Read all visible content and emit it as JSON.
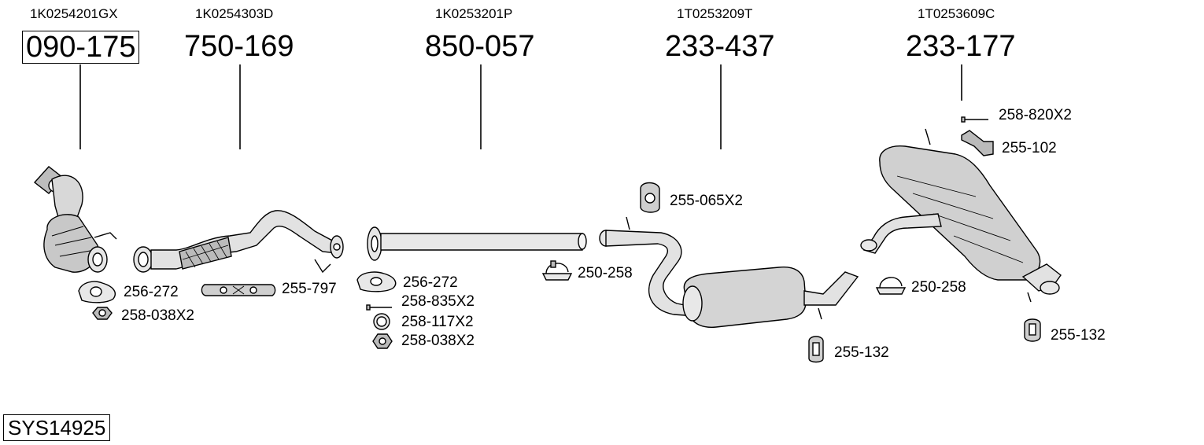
{
  "system_code": "SYS14925",
  "sections": [
    {
      "oem": "1K0254201GX",
      "part_number": "090-175"
    },
    {
      "oem": "1K0254303D",
      "part_number": "750-169"
    },
    {
      "oem": "1K0253201P",
      "part_number": "850-057"
    },
    {
      "oem": "1T0253209T",
      "part_number": "233-437"
    },
    {
      "oem": "1T0253609C",
      "part_number": "233-177"
    }
  ],
  "accessories": [
    {
      "label": "256-272",
      "icon": "gasket-icon"
    },
    {
      "label": "258-038X2",
      "icon": "nut-icon"
    },
    {
      "label": "255-797",
      "icon": "heat-shield-icon"
    },
    {
      "label": "256-272",
      "icon": "gasket-icon"
    },
    {
      "label": "258-835X2",
      "icon": "bolt-icon"
    },
    {
      "label": "258-117X2",
      "icon": "ring-icon"
    },
    {
      "label": "258-038X2",
      "icon": "nut-icon"
    },
    {
      "label": "250-258",
      "icon": "clamp-icon"
    },
    {
      "label": "255-065X2",
      "icon": "rubber-mount-icon"
    },
    {
      "label": "255-132",
      "icon": "rubber-mount-icon"
    },
    {
      "label": "250-258",
      "icon": "clamp-icon"
    },
    {
      "label": "258-820X2",
      "icon": "bolt-icon"
    },
    {
      "label": "255-102",
      "icon": "bracket-icon"
    },
    {
      "label": "255-132",
      "icon": "rubber-mount-icon"
    }
  ]
}
